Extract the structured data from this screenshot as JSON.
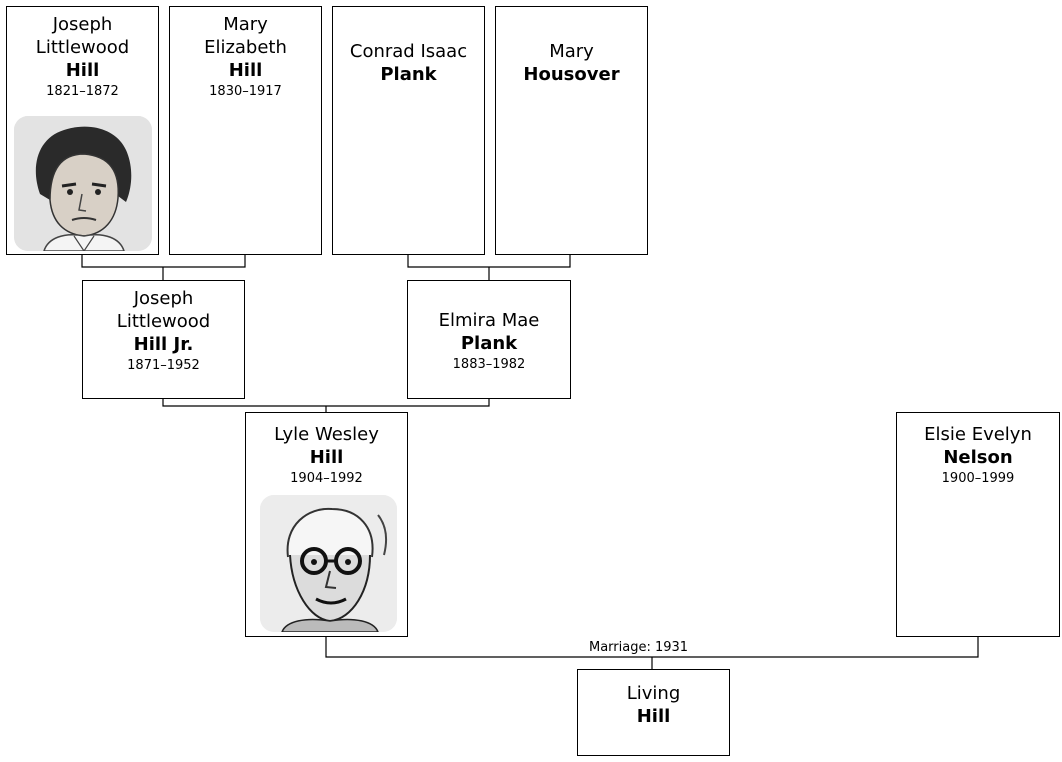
{
  "people": {
    "p_jlh": {
      "given": "Joseph Littlewood",
      "surname": "Hill",
      "dates": "1821–1872",
      "photo": "portrait-joseph-littlewood-hill"
    },
    "p_meh": {
      "given": "Mary Elizabeth",
      "surname": "Hill",
      "dates": "1830–1917"
    },
    "p_cip": {
      "given": "Conrad Isaac",
      "surname": "Plank",
      "dates": ""
    },
    "p_mh": {
      "given": "Mary",
      "surname": "Housover",
      "dates": ""
    },
    "p_jlhj": {
      "given": "Joseph Littlewood",
      "surname": "Hill Jr.",
      "dates": "1871–1952"
    },
    "p_emp": {
      "given": "Elmira Mae",
      "surname": "Plank",
      "dates": "1883–1982"
    },
    "p_lwh": {
      "given": "Lyle Wesley",
      "surname": "Hill",
      "dates": "1904–1992",
      "photo": "portrait-lyle-wesley-hill"
    },
    "p_een": {
      "given": "Elsie Evelyn",
      "surname": "Nelson",
      "dates": "1900–1999"
    },
    "p_lh": {
      "given": "Living",
      "surname": "Hill",
      "dates": ""
    }
  },
  "marriage": {
    "label": "Marriage: 1931"
  }
}
